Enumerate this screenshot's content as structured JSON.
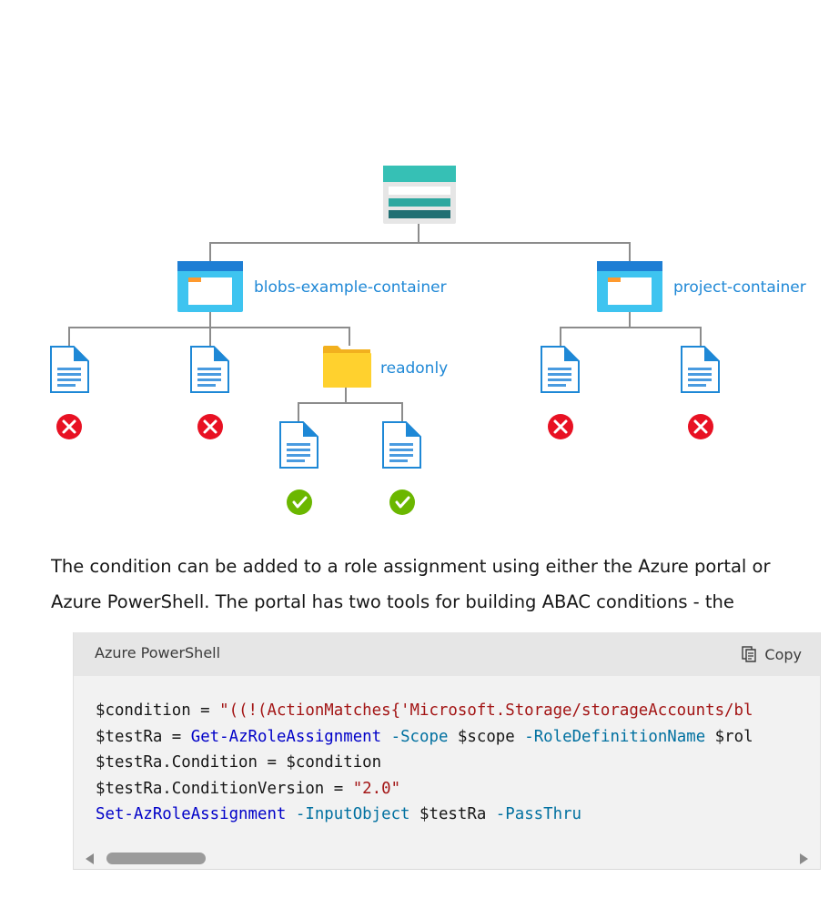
{
  "diagram": {
    "containers": [
      "blobs-example-container",
      "project-container"
    ],
    "folder": "readonly",
    "icons": {
      "account": "storage-account-icon",
      "container": "container-icon",
      "folder": "folder-icon",
      "blob": "document-icon",
      "denied": "x-circle-icon",
      "allowed": "check-circle-icon"
    },
    "colors": {
      "denied": "#e81123",
      "allowed": "#6bb700",
      "connector": "#8c8c8c",
      "label": "#1f88d6"
    }
  },
  "prose": {
    "line1": "The condition can be added to a role assignment using either the Azure portal or",
    "line2": "Azure PowerShell. The portal has two tools for building ABAC conditions - the"
  },
  "code": {
    "language": "Azure PowerShell",
    "copy_label": "Copy",
    "lines": [
      [
        {
          "t": "var",
          "s": "$condition"
        },
        {
          "t": "op",
          "s": " = "
        },
        {
          "t": "str",
          "s": "\"((!(ActionMatches{'Microsoft.Storage/storageAccounts/bl"
        }
      ],
      [
        {
          "t": "var",
          "s": "$testRa"
        },
        {
          "t": "op",
          "s": " = "
        },
        {
          "t": "cmd",
          "s": "Get-AzRoleAssignment"
        },
        {
          "t": "op",
          "s": " "
        },
        {
          "t": "par",
          "s": "-Scope"
        },
        {
          "t": "op",
          "s": " "
        },
        {
          "t": "var",
          "s": "$scope"
        },
        {
          "t": "op",
          "s": " "
        },
        {
          "t": "par",
          "s": "-RoleDefinitionName"
        },
        {
          "t": "op",
          "s": " "
        },
        {
          "t": "var",
          "s": "$rol"
        }
      ],
      [
        {
          "t": "var",
          "s": "$testRa.Condition"
        },
        {
          "t": "op",
          "s": " = "
        },
        {
          "t": "var",
          "s": "$condition"
        }
      ],
      [
        {
          "t": "var",
          "s": "$testRa.ConditionVersion"
        },
        {
          "t": "op",
          "s": " = "
        },
        {
          "t": "str",
          "s": "\"2.0\""
        }
      ],
      [
        {
          "t": "cmd",
          "s": "Set-AzRoleAssignment"
        },
        {
          "t": "op",
          "s": " "
        },
        {
          "t": "par",
          "s": "-InputObject"
        },
        {
          "t": "op",
          "s": " "
        },
        {
          "t": "var",
          "s": "$testRa"
        },
        {
          "t": "op",
          "s": " "
        },
        {
          "t": "par",
          "s": "-PassThru"
        }
      ]
    ]
  }
}
